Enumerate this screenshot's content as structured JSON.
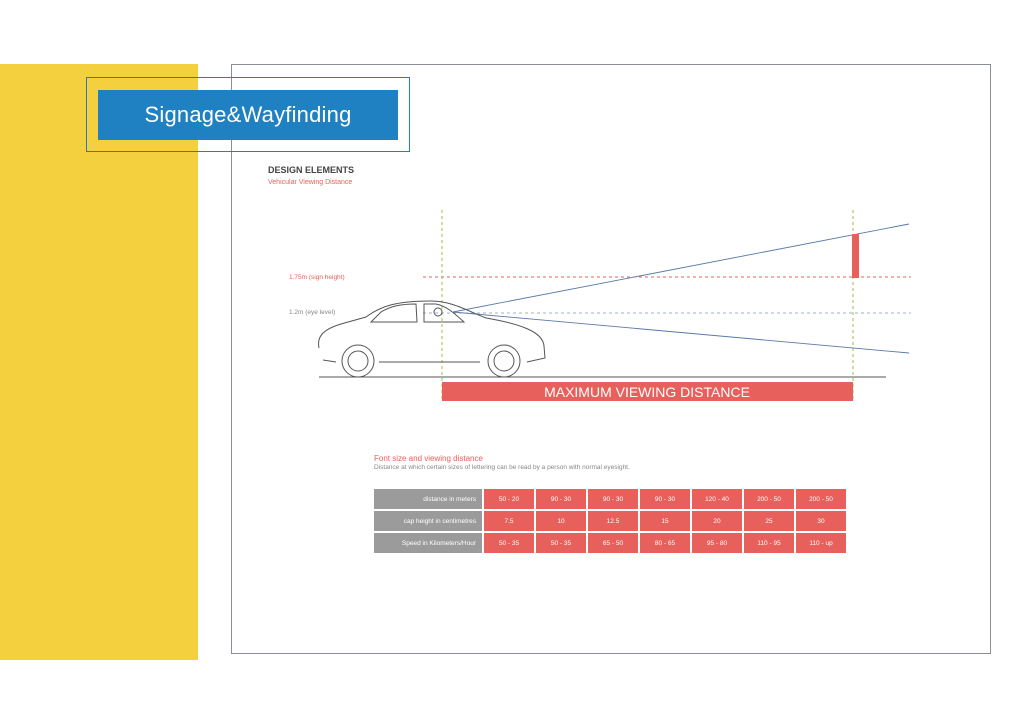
{
  "header": {
    "title": "Signage&Wayfinding"
  },
  "section": {
    "title": "DESIGN ELEMENTS",
    "subtitle": "Vehicular Viewing Distance"
  },
  "diagram": {
    "sign_height_label": "1.75m (sign height)",
    "eye_level_label": "1.2m (eye level)",
    "distance_bar_label": "MAXIMUM VIEWING DISTANCE"
  },
  "table": {
    "title": "Font size and viewing distance",
    "subtitle": "Distance at which certain sizes of lettering can be read by a person with normal eyesight.",
    "rows": [
      {
        "label": "distance in meters",
        "values": [
          "50 - 20",
          "90 - 30",
          "90 - 30",
          "90 - 30",
          "120 - 40",
          "200 - 50",
          "200 - 50"
        ]
      },
      {
        "label": "cap height in centimetres",
        "values": [
          "7.5",
          "10",
          "12.5",
          "15",
          "20",
          "25",
          "30"
        ]
      },
      {
        "label": "Speed in Kilometers/Hour",
        "values": [
          "50 - 35",
          "50 - 35",
          "65 - 50",
          "80 - 65",
          "95 - 80",
          "110 - 95",
          "110 - up"
        ]
      }
    ]
  },
  "colors": {
    "accent_yellow": "#F4D03F",
    "brand_blue": "#1F80C2",
    "coral": "#E8605B",
    "row_gray": "#9B9B9B"
  }
}
